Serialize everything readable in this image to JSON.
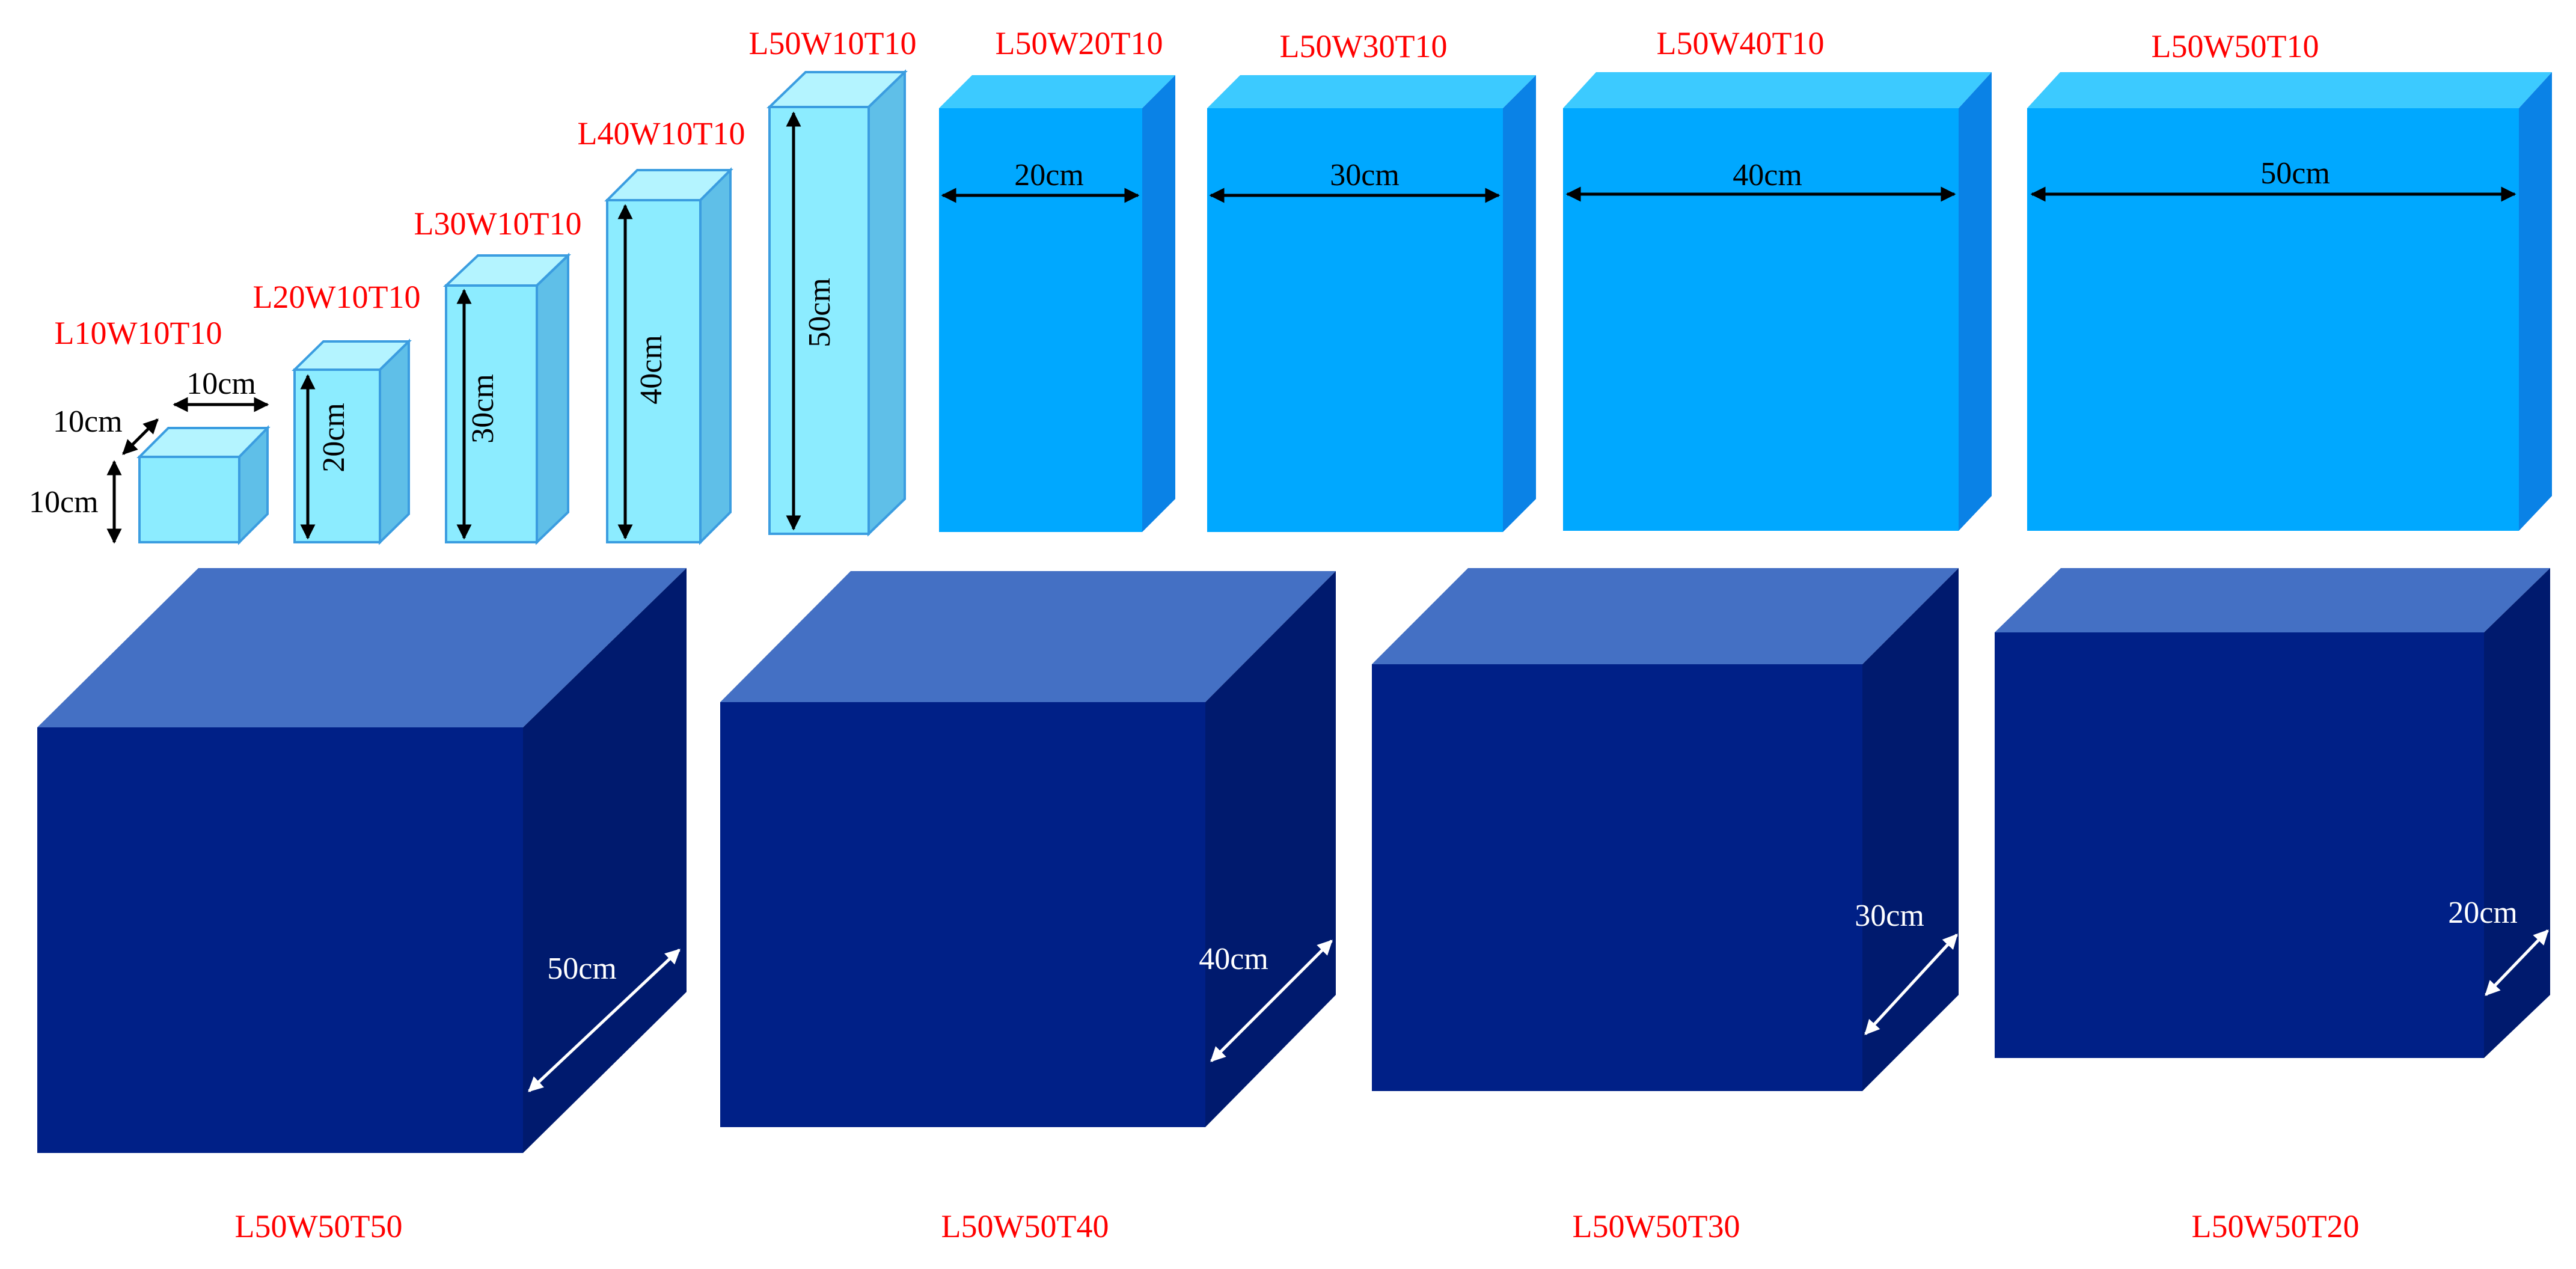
{
  "colors": {
    "label_red": "#ff0000",
    "light_front": "#8cecff",
    "light_top": "#b4f4ff",
    "light_side": "#5fbfe8",
    "light_stroke": "#3b9de0",
    "mid_front": "#00a8ff",
    "mid_top": "#3ccaff",
    "mid_side": "#0a82e6",
    "dark_front": "#002087",
    "dark_top": "#4470c4",
    "dark_side": "#001a6e",
    "arrow_black": "#000000",
    "arrow_white": "#ffffff"
  },
  "row1": [
    {
      "label": "L10W10T10",
      "dims": [
        "10cm",
        "10cm",
        "10cm"
      ]
    },
    {
      "label": "L20W10T10",
      "dims": [
        "20cm"
      ]
    },
    {
      "label": "L30W10T10",
      "dims": [
        "30cm"
      ]
    },
    {
      "label": "L40W10T10",
      "dims": [
        "40cm"
      ]
    },
    {
      "label": "L50W10T10",
      "dims": [
        "50cm"
      ]
    }
  ],
  "row2": [
    {
      "label": "L50W20T10",
      "dims": [
        "20cm"
      ]
    },
    {
      "label": "L50W30T10",
      "dims": [
        "30cm"
      ]
    },
    {
      "label": "L50W40T10",
      "dims": [
        "40cm"
      ]
    },
    {
      "label": "L50W50T10",
      "dims": [
        "50cm"
      ]
    }
  ],
  "row3": [
    {
      "label": "L50W50T50",
      "dims": [
        "50cm"
      ]
    },
    {
      "label": "L50W50T40",
      "dims": [
        "40cm"
      ]
    },
    {
      "label": "L50W50T30",
      "dims": [
        "30cm"
      ]
    },
    {
      "label": "L50W50T20",
      "dims": [
        "20cm"
      ]
    }
  ]
}
